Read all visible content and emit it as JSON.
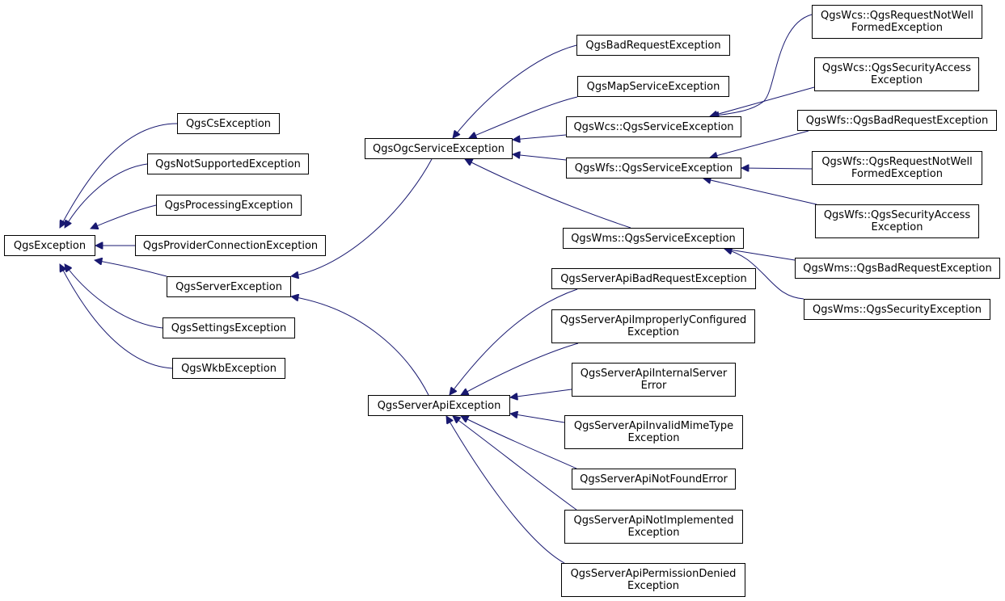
{
  "diagram": {
    "edge_color": "#191970",
    "nodes": [
      {
        "id": "n-qgsexception",
        "lines": [
          "QgsException"
        ]
      },
      {
        "id": "n-cs",
        "lines": [
          "QgsCsException"
        ]
      },
      {
        "id": "n-notsupported",
        "lines": [
          "QgsNotSupportedException"
        ]
      },
      {
        "id": "n-processing",
        "lines": [
          "QgsProcessingException"
        ]
      },
      {
        "id": "n-providerconn",
        "lines": [
          "QgsProviderConnectionException"
        ]
      },
      {
        "id": "n-server",
        "lines": [
          "QgsServerException"
        ]
      },
      {
        "id": "n-settings",
        "lines": [
          "QgsSettingsException"
        ]
      },
      {
        "id": "n-wkb",
        "lines": [
          "QgsWkbException"
        ]
      },
      {
        "id": "n-ogcservice",
        "lines": [
          "QgsOgcServiceException"
        ]
      },
      {
        "id": "n-serverapi",
        "lines": [
          "QgsServerApiException"
        ]
      },
      {
        "id": "n-badrequest",
        "lines": [
          "QgsBadRequestException"
        ]
      },
      {
        "id": "n-mapservice",
        "lines": [
          "QgsMapServiceException"
        ]
      },
      {
        "id": "n-wcs-service",
        "lines": [
          "QgsWcs::QgsServiceException"
        ]
      },
      {
        "id": "n-wfs-service",
        "lines": [
          "QgsWfs::QgsServiceException"
        ]
      },
      {
        "id": "n-wms-service",
        "lines": [
          "QgsWms::QgsServiceException"
        ]
      },
      {
        "id": "n-api-badrequest",
        "lines": [
          "QgsServerApiBadRequestException"
        ]
      },
      {
        "id": "n-api-improper",
        "lines": [
          "QgsServerApiImproperlyConfigured",
          "Exception"
        ]
      },
      {
        "id": "n-api-internal",
        "lines": [
          "QgsServerApiInternalServer",
          "Error"
        ]
      },
      {
        "id": "n-api-mime",
        "lines": [
          "QgsServerApiInvalidMimeType",
          "Exception"
        ]
      },
      {
        "id": "n-api-notfound",
        "lines": [
          "QgsServerApiNotFoundError"
        ]
      },
      {
        "id": "n-api-notimpl",
        "lines": [
          "QgsServerApiNotImplemented",
          "Exception"
        ]
      },
      {
        "id": "n-api-permission",
        "lines": [
          "QgsServerApiPermissionDenied",
          "Exception"
        ]
      },
      {
        "id": "n-wcs-notwell",
        "lines": [
          "QgsWcs::QgsRequestNotWell",
          "FormedException"
        ]
      },
      {
        "id": "n-wcs-security",
        "lines": [
          "QgsWcs::QgsSecurityAccess",
          "Exception"
        ]
      },
      {
        "id": "n-wfs-badrequest",
        "lines": [
          "QgsWfs::QgsBadRequestException"
        ]
      },
      {
        "id": "n-wfs-notwell",
        "lines": [
          "QgsWfs::QgsRequestNotWell",
          "FormedException"
        ]
      },
      {
        "id": "n-wfs-security",
        "lines": [
          "QgsWfs::QgsSecurityAccess",
          "Exception"
        ]
      },
      {
        "id": "n-wms-badrequest",
        "lines": [
          "QgsWms::QgsBadRequestException"
        ]
      },
      {
        "id": "n-wms-security",
        "lines": [
          "QgsWms::QgsSecurityException"
        ]
      }
    ],
    "edges": [
      {
        "from": "n-cs",
        "to": "n-qgsexception"
      },
      {
        "from": "n-notsupported",
        "to": "n-qgsexception"
      },
      {
        "from": "n-processing",
        "to": "n-qgsexception"
      },
      {
        "from": "n-providerconn",
        "to": "n-qgsexception"
      },
      {
        "from": "n-server",
        "to": "n-qgsexception"
      },
      {
        "from": "n-settings",
        "to": "n-qgsexception"
      },
      {
        "from": "n-wkb",
        "to": "n-qgsexception"
      },
      {
        "from": "n-ogcservice",
        "to": "n-server"
      },
      {
        "from": "n-serverapi",
        "to": "n-server"
      },
      {
        "from": "n-badrequest",
        "to": "n-ogcservice"
      },
      {
        "from": "n-mapservice",
        "to": "n-ogcservice"
      },
      {
        "from": "n-wcs-service",
        "to": "n-ogcservice"
      },
      {
        "from": "n-wfs-service",
        "to": "n-ogcservice"
      },
      {
        "from": "n-wms-service",
        "to": "n-ogcservice"
      },
      {
        "from": "n-api-badrequest",
        "to": "n-serverapi"
      },
      {
        "from": "n-api-improper",
        "to": "n-serverapi"
      },
      {
        "from": "n-api-internal",
        "to": "n-serverapi"
      },
      {
        "from": "n-api-mime",
        "to": "n-serverapi"
      },
      {
        "from": "n-api-notfound",
        "to": "n-serverapi"
      },
      {
        "from": "n-api-notimpl",
        "to": "n-serverapi"
      },
      {
        "from": "n-api-permission",
        "to": "n-serverapi"
      },
      {
        "from": "n-wcs-notwell",
        "to": "n-wcs-service"
      },
      {
        "from": "n-wcs-security",
        "to": "n-wcs-service"
      },
      {
        "from": "n-wfs-badrequest",
        "to": "n-wfs-service"
      },
      {
        "from": "n-wfs-notwell",
        "to": "n-wfs-service"
      },
      {
        "from": "n-wfs-security",
        "to": "n-wfs-service"
      },
      {
        "from": "n-wms-badrequest",
        "to": "n-wms-service"
      },
      {
        "from": "n-wms-security",
        "to": "n-wms-service"
      }
    ]
  }
}
